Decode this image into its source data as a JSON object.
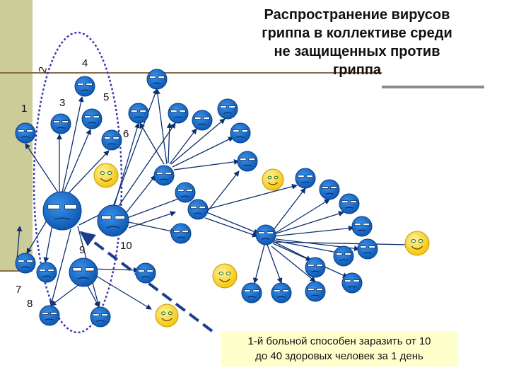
{
  "title_lines": [
    "Распространение вирусов",
    "гриппа в коллективе среди",
    "не защищенных против",
    "гриппа"
  ],
  "note_lines": [
    "1-й больной способен заразить от  10",
    "до 40  здоровых человек за 1 день"
  ],
  "number_labels": [
    "1",
    "2",
    "3",
    "4",
    "5",
    "6",
    "7",
    "8",
    "9",
    "10"
  ],
  "colors": {
    "sick_face": "#0a66c8",
    "healthy_face": "#ffd700",
    "arrow": "#0c2f6e",
    "dashed_arrow": "#1c3c8c",
    "ellipse": "#3a3ab0",
    "side_band": "#cccc99"
  },
  "icons": {
    "sick": "sick-face-icon",
    "healthy": "healthy-face-icon"
  }
}
